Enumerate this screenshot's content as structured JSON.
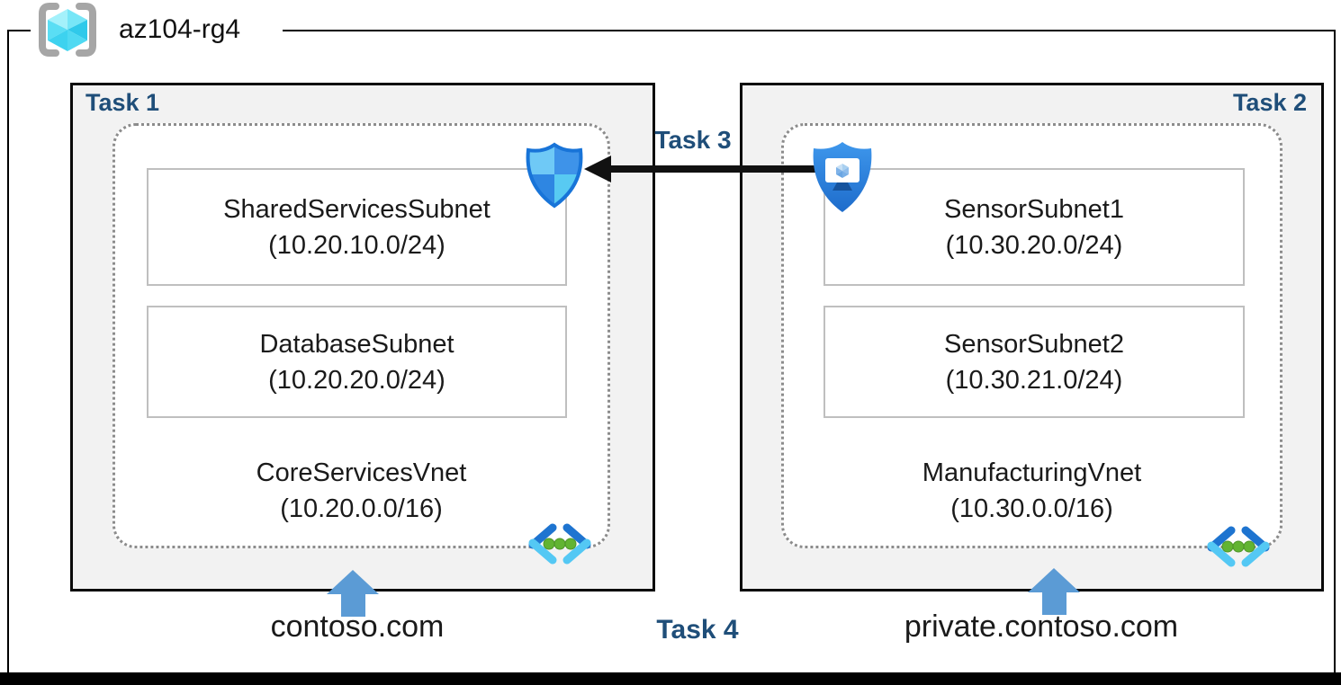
{
  "resource_group": {
    "name": "az104-rg4"
  },
  "labels": {
    "task1": "Task 1",
    "task2": "Task 2",
    "task3": "Task 3",
    "task4": "Task 4"
  },
  "core_vnet": {
    "name": "CoreServicesVnet",
    "cidr": "(10.20.0.0/16)",
    "subnets": [
      {
        "name": "SharedServicesSubnet",
        "cidr": "(10.20.10.0/24)"
      },
      {
        "name": "DatabaseSubnet",
        "cidr": "(10.20.20.0/24)"
      }
    ],
    "dns_zone": "contoso.com"
  },
  "manufacturing_vnet": {
    "name": "ManufacturingVnet",
    "cidr": "(10.30.0.0/16)",
    "subnets": [
      {
        "name": "SensorSubnet1",
        "cidr": "(10.30.20.0/24)"
      },
      {
        "name": "SensorSubnet2",
        "cidr": "(10.30.21.0/24)"
      }
    ],
    "dns_zone": "private.contoso.com"
  },
  "icons": {
    "resource_group": "resource-group-icon",
    "nsg": "network-security-group-shield-icon",
    "asg": "application-security-group-shield-icon",
    "vnet": "virtual-network-icon",
    "up_arrow": "up-arrow-icon",
    "task3_connector": "left-arrow-connector"
  },
  "colors": {
    "task_label_navy": "#1F4E79",
    "panel_fill": "#F2F2F2",
    "panel_border": "#000000",
    "dotted_border": "#8C8C8C",
    "subnet_border": "#BFBFBF",
    "up_arrow_blue": "#5B9BD5",
    "connector_black": "#111111",
    "nsg_light_blue": "#6FC9F6",
    "nsg_mid_blue": "#3E93E9",
    "asg_blue": "#2F87E3",
    "vnet_chevron_dark": "#1E74D0",
    "vnet_chevron_light": "#54C8F4",
    "vnet_dot_green": "#62B432",
    "rg_cube_cyan": "#50DFF2",
    "rg_bracket_gray": "#A6A6A6"
  }
}
